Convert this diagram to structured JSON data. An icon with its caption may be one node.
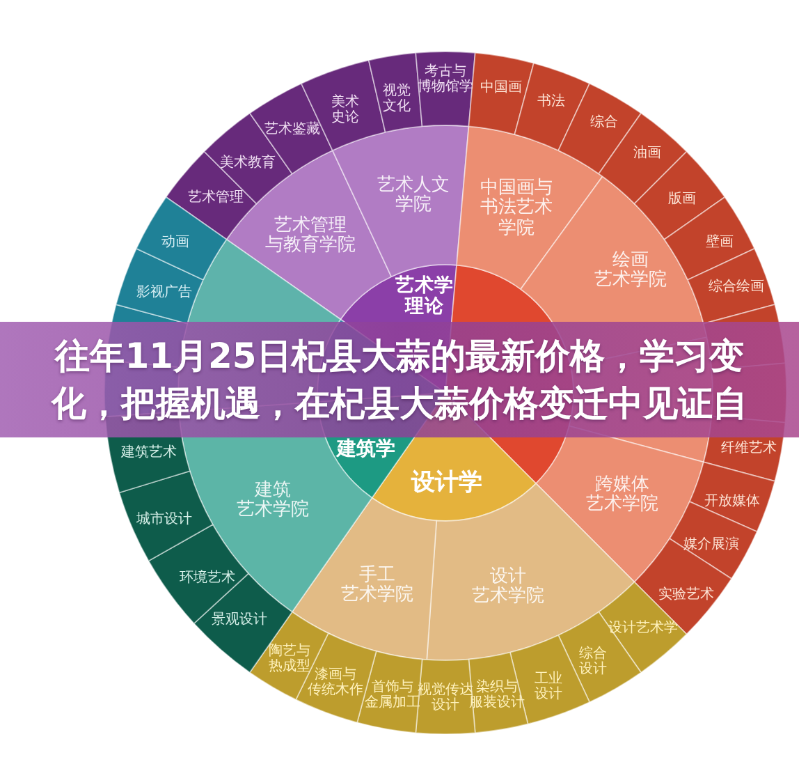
{
  "diagram": {
    "title": "往年11月25日杞县大蒜的最新价格，学习变化，把握机遇，在杞县大蒜价格变迁中见证自",
    "nodes": [
      {
        "text": [
          "艺术学理论"
        ]
      },
      {
        "text": [],
        "shape": "wedge"
      },
      {
        "text": [
          "设计学"
        ]
      },
      {
        "text": [
          "建筑学"
        ]
      },
      {
        "text": [],
        "shape": "wedge"
      },
      {
        "text": [
          "艺术管理与教育学院"
        ]
      },
      {
        "text": [
          "艺术人文学院"
        ]
      },
      {
        "text": [
          "中国画与书法艺术学院"
        ]
      },
      {
        "text": [
          "绘画艺术学院"
        ]
      },
      {
        "text": [],
        "shape": "wedge"
      },
      {
        "text": [
          "跨媒体艺术学院"
        ]
      },
      {
        "text": [
          "设计艺术学院"
        ]
      },
      {
        "text": [
          "手工艺术学院"
        ]
      },
      {
        "text": [
          "建筑艺术学院"
        ]
      },
      {
        "text": [],
        "shape": "wedge"
      },
      {
        "text": [
          "艺术管理"
        ]
      },
      {
        "text": [
          "美术教育"
        ]
      },
      {
        "text": [
          "艺术鉴藏"
        ]
      },
      {
        "text": [
          "美术史论"
        ]
      },
      {
        "text": [
          "视觉文化"
        ]
      },
      {
        "text": [
          "考古与博物馆学"
        ]
      },
      {
        "text": [
          "中国画"
        ]
      },
      {
        "text": [
          "书法"
        ]
      },
      {
        "text": [
          "综合"
        ]
      },
      {
        "text": [
          "油画"
        ]
      },
      {
        "text": [
          "版画"
        ]
      },
      {
        "text": [
          "壁画"
        ]
      },
      {
        "text": [
          "综合绘画"
        ]
      },
      {
        "text": [],
        "shape": "wedge"
      },
      {
        "text": [],
        "shape": "wedge"
      },
      {
        "text": [
          "纤维艺术"
        ]
      },
      {
        "text": [
          "开放媒体"
        ]
      },
      {
        "text": [
          "媒介展演"
        ]
      },
      {
        "text": [
          "实验艺术"
        ]
      },
      {
        "text": [
          "设计艺术学"
        ]
      },
      {
        "text": [
          "综合设计"
        ]
      },
      {
        "text": [
          "工业设计"
        ]
      },
      {
        "text": [
          "染织与服装设计"
        ]
      },
      {
        "text": [
          "视觉传达设计"
        ]
      },
      {
        "text": [
          "首饰与金属加工"
        ]
      },
      {
        "text": [
          "漆画与传统木作"
        ]
      },
      {
        "text": [
          "陶艺与热成型"
        ]
      },
      {
        "text": [
          "景观设计"
        ]
      },
      {
        "text": [
          "环境艺术"
        ]
      },
      {
        "text": [
          "城市设计"
        ]
      },
      {
        "text": [
          "建筑艺术"
        ]
      },
      {
        "text": [],
        "shape": "wedge"
      },
      {
        "text": [],
        "shape": "wedge"
      },
      {
        "text": [
          "影视广告"
        ]
      },
      {
        "text": [
          "动画"
        ]
      }
    ]
  }
}
